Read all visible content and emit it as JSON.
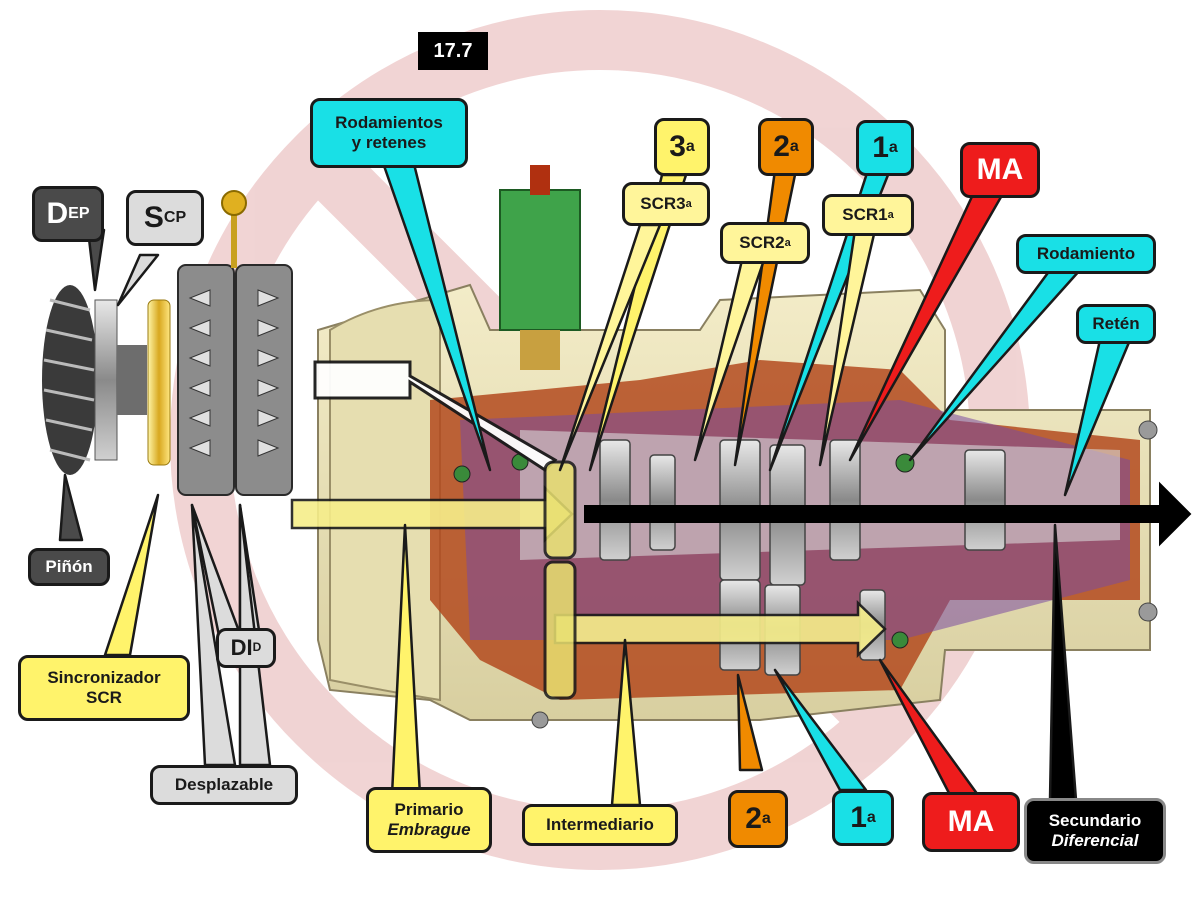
{
  "figure_number": "17.7",
  "colors": {
    "cyan": "#19e0e6",
    "yellow": "#fff36b",
    "pale_yellow": "#fff59a",
    "orange": "#f08a00",
    "red": "#ee1c1c",
    "dark_grey": "#4a4a4a",
    "light_grey": "#dcdcdc",
    "black": "#000000"
  },
  "labels": {
    "dep": {
      "main": "D",
      "sub": "EP"
    },
    "scp": {
      "main": "S",
      "sub": "CP"
    },
    "pinon": "Piñón",
    "sincronizador": {
      "line1": "Sincronizador",
      "line2": "SCR"
    },
    "did": {
      "main": "DI",
      "sub": "D"
    },
    "desplazable": "Desplazable",
    "rodamientos_retenes": {
      "line1": "Rodamientos",
      "line2": "y retenes"
    },
    "gear3_top": {
      "num": "3",
      "sup": "a"
    },
    "gear2_top": {
      "num": "2",
      "sup": "a"
    },
    "gear1_top": {
      "num": "1",
      "sup": "a"
    },
    "scr3": {
      "text": "SCR3",
      "sup": "a"
    },
    "scr2": {
      "text": "SCR2",
      "sup": "a"
    },
    "scr1": {
      "text": "SCR1",
      "sup": "a"
    },
    "ma_top": "MA",
    "rodamiento": "Rodamiento",
    "reten": "Retén",
    "primario": {
      "line1": "Primario",
      "line2": "Embrague"
    },
    "intermediario": "Intermediario",
    "gear2_bottom": {
      "num": "2",
      "sup": "a"
    },
    "gear1_bottom": {
      "num": "1",
      "sup": "a"
    },
    "ma_bottom": "MA",
    "secundario": {
      "line1": "Secundario",
      "line2": "Diferencial"
    }
  }
}
